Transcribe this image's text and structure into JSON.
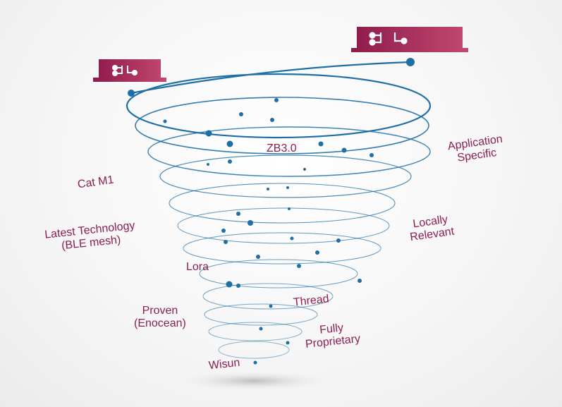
{
  "colors": {
    "accent": "#a4285b",
    "line": "#1f6fa5",
    "label": "#8c1f52"
  },
  "devices": [
    {
      "name": "gateway-device-left",
      "icon": "circuit-icon"
    },
    {
      "name": "gateway-device-right",
      "icon": "circuit-icon"
    }
  ],
  "labels": {
    "zb30": "ZB3.0",
    "app_specific_1": "Application",
    "app_specific_2": "Specific",
    "cat_m1": "Cat M1",
    "latest_1": "Latest Technology",
    "latest_2": "(BLE mesh)",
    "locally_1": "Locally",
    "locally_2": "Relevant",
    "lora": "Lora",
    "thread": "Thread",
    "proven_1": "Proven",
    "proven_2": "(Enocean)",
    "fully_1": "Fully",
    "fully_2": "Proprietary",
    "wisun": "Wisun"
  }
}
